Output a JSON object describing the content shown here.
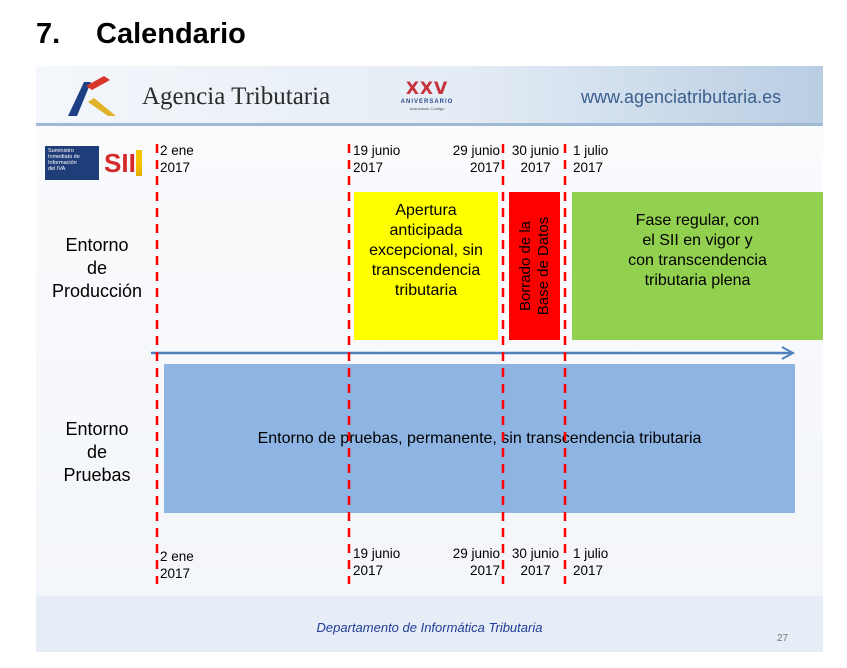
{
  "heading": {
    "number": "7.",
    "title": "Calendario"
  },
  "banner": {
    "agency_name": "Agencia Tributaria",
    "anniversary": {
      "mark": "XXV",
      "word": "ANIVERSARIO",
      "sub": "Avanzando Contigo"
    },
    "url": "www.agenciatributaria.es"
  },
  "sii_logo": {
    "lines": [
      "Suministro",
      "Inmediato de",
      "Información",
      "del IVA"
    ],
    "word": "SII"
  },
  "dates_top": [
    {
      "day": "2 ene",
      "year": "2017"
    },
    {
      "day": "19 junio",
      "year": "2017"
    },
    {
      "day": "29 junio",
      "year": "2017"
    },
    {
      "day": "30 junio",
      "year": "2017"
    },
    {
      "day": "1 julio",
      "year": "2017"
    }
  ],
  "dates_bottom": [
    {
      "day": "2 ene",
      "year": "2017"
    },
    {
      "day": "19 junio",
      "year": "2017"
    },
    {
      "day": "29 junio",
      "year": "2017"
    },
    {
      "day": "30 junio",
      "year": "2017"
    },
    {
      "day": "1 julio",
      "year": "2017"
    }
  ],
  "rows": {
    "production": [
      "Entorno",
      "de",
      "Producción"
    ],
    "testing": [
      "Entorno",
      "de",
      "Pruebas"
    ]
  },
  "phases": {
    "early_opening": [
      "Apertura",
      "anticipada",
      "excepcional, sin",
      "transcendencia",
      "tributaria"
    ],
    "database_wipe": [
      "Borrado de la",
      "Base de Datos"
    ],
    "regular_phase": [
      "Fase regular, con",
      "el SII en vigor y",
      "con transcendencia",
      "tributaria plena"
    ],
    "testing_env": "Entorno de pruebas, permanente, sin transcendencia tributaria"
  },
  "colors": {
    "early_opening": "#ffff00",
    "database_wipe": "#ff0000",
    "regular_phase": "#92d050",
    "testing_env": "#8eb4e3",
    "timeline_arrow": "#4f81bd",
    "milestone_line": "#ff0000"
  },
  "footer": {
    "department": "Departamento de Informática Tributaria",
    "page": "27"
  }
}
